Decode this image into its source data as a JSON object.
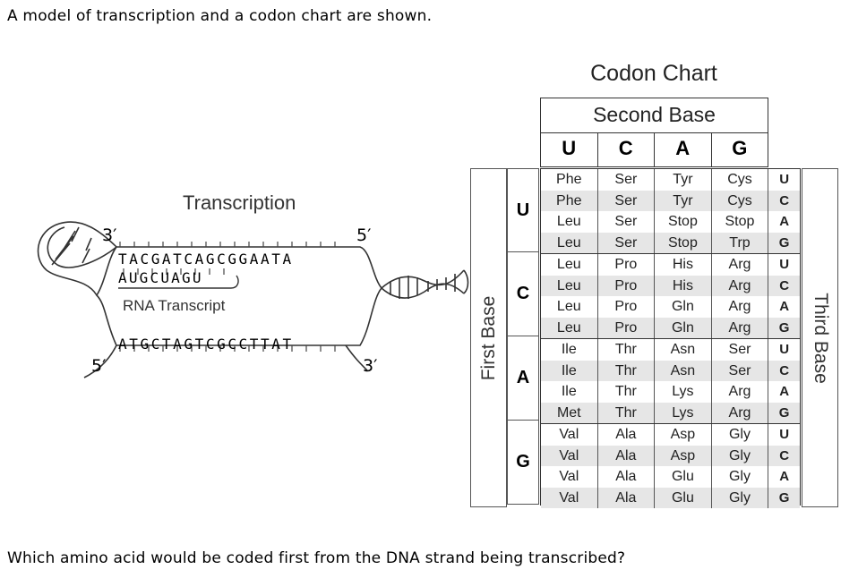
{
  "intro": "A model of transcription and a codon chart are shown.",
  "question": "Which amino acid would be coded first from the DNA strand being transcribed?",
  "diagram": {
    "title": "Transcription",
    "top_left_end": "3′",
    "top_right_end": "5′",
    "bottom_left_end": "5′",
    "bottom_right_end": "3′",
    "template_strand": "TACGATCAGCGGAATA",
    "rna_strand": "AUGCUAGU",
    "rna_label": "RNA Transcript",
    "coding_strand": "ATGCTAGTCGCCTTAT"
  },
  "chart": {
    "title": "Codon Chart",
    "second_base_label": "Second Base",
    "first_base_label": "First Base",
    "third_base_label": "Third Base",
    "second_bases": [
      "U",
      "C",
      "A",
      "G"
    ],
    "first_bases": [
      "U",
      "C",
      "A",
      "G"
    ],
    "rows": [
      [
        "Phe",
        "Ser",
        "Tyr",
        "Cys",
        "U"
      ],
      [
        "Phe",
        "Ser",
        "Tyr",
        "Cys",
        "C"
      ],
      [
        "Leu",
        "Ser",
        "Stop",
        "Stop",
        "A"
      ],
      [
        "Leu",
        "Ser",
        "Stop",
        "Trp",
        "G"
      ],
      [
        "Leu",
        "Pro",
        "His",
        "Arg",
        "U"
      ],
      [
        "Leu",
        "Pro",
        "His",
        "Arg",
        "C"
      ],
      [
        "Leu",
        "Pro",
        "Gln",
        "Arg",
        "A"
      ],
      [
        "Leu",
        "Pro",
        "Gln",
        "Arg",
        "G"
      ],
      [
        "Ile",
        "Thr",
        "Asn",
        "Ser",
        "U"
      ],
      [
        "Ile",
        "Thr",
        "Asn",
        "Ser",
        "C"
      ],
      [
        "Ile",
        "Thr",
        "Lys",
        "Arg",
        "A"
      ],
      [
        "Met",
        "Thr",
        "Lys",
        "Arg",
        "G"
      ],
      [
        "Val",
        "Ala",
        "Asp",
        "Gly",
        "U"
      ],
      [
        "Val",
        "Ala",
        "Asp",
        "Gly",
        "C"
      ],
      [
        "Val",
        "Ala",
        "Glu",
        "Gly",
        "A"
      ],
      [
        "Val",
        "Ala",
        "Glu",
        "Gly",
        "G"
      ]
    ]
  }
}
